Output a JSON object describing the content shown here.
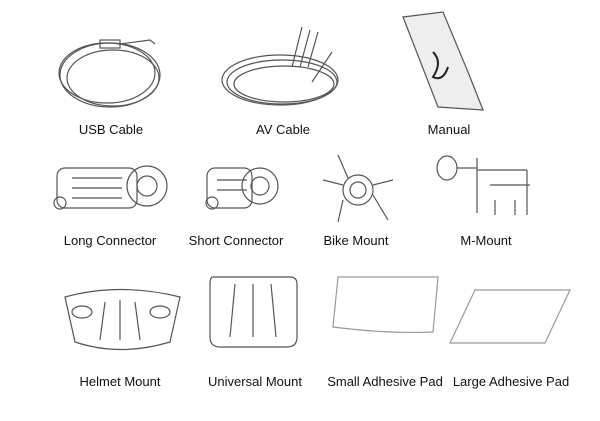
{
  "items": [
    {
      "label": "USB Cable",
      "icon": "usb-cable-icon"
    },
    {
      "label": "AV Cable",
      "icon": "av-cable-icon"
    },
    {
      "label": "Manual",
      "icon": "manual-icon"
    },
    {
      "label": "Long Connector",
      "icon": "long-connector-icon"
    },
    {
      "label": "Short Connector",
      "icon": "short-connector-icon"
    },
    {
      "label": "Bike Mount",
      "icon": "bike-mount-icon"
    },
    {
      "label": "M-Mount",
      "icon": "m-mount-icon"
    },
    {
      "label": "Helmet Mount",
      "icon": "helmet-mount-icon"
    },
    {
      "label": "Universal Mount",
      "icon": "universal-mount-icon"
    },
    {
      "label": "Small Adhesive Pad",
      "icon": "small-adhesive-pad-icon"
    },
    {
      "label": "Large Adhesive Pad",
      "icon": "large-adhesive-pad-icon"
    }
  ]
}
